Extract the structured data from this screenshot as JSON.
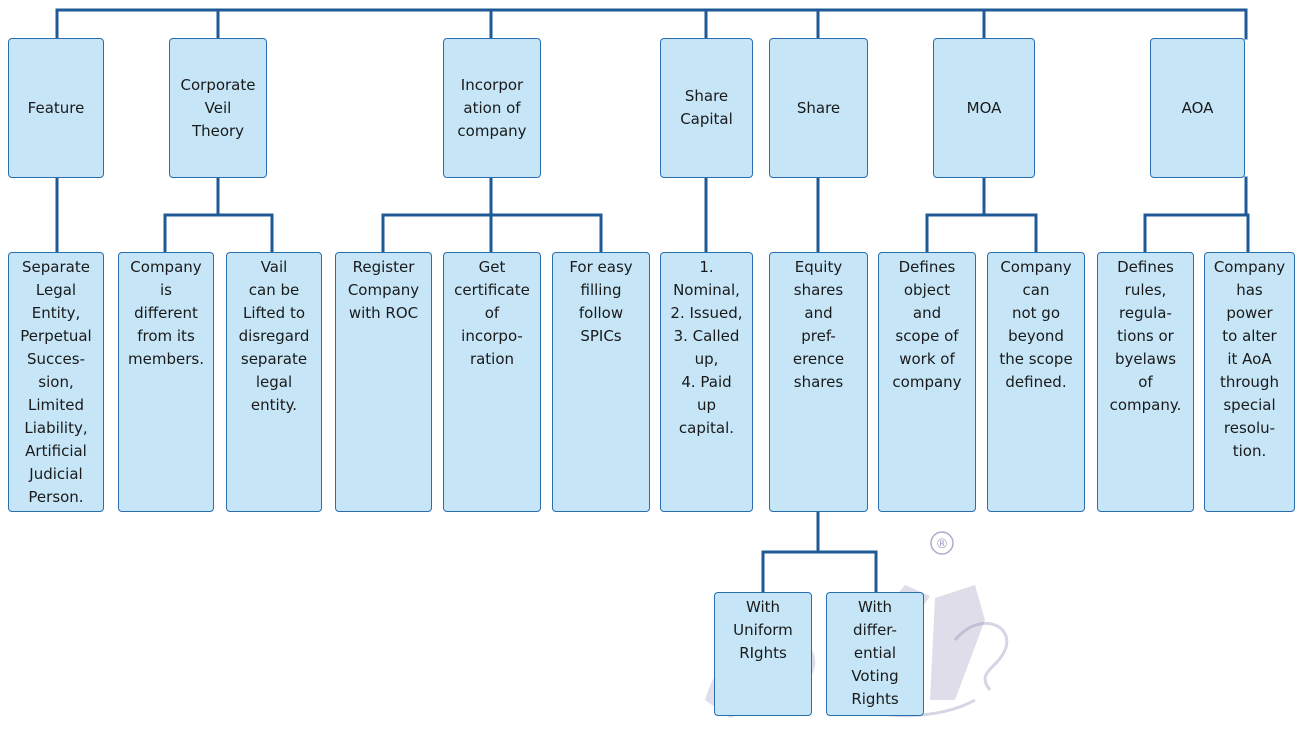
{
  "top_nodes": [
    {
      "id": "feature",
      "label": "Feature"
    },
    {
      "id": "corporate-veil",
      "label": "Corporate\nVeil\nTheory"
    },
    {
      "id": "incorporation",
      "label": "Incorpor\nation of\ncompany"
    },
    {
      "id": "share-capital",
      "label": "Share\nCapital"
    },
    {
      "id": "share",
      "label": "Share"
    },
    {
      "id": "moa",
      "label": "MOA"
    },
    {
      "id": "aoa",
      "label": "AOA"
    }
  ],
  "leaf_nodes": [
    {
      "id": "feature-detail",
      "label": "Separate\nLegal\nEntity,\nPerpetual\nSucces-\nsion,\nLimited\nLiability,\nArtificial\nJudicial\nPerson."
    },
    {
      "id": "veil-1",
      "label": "Company\nis\ndifferent\nfrom its\nmembers."
    },
    {
      "id": "veil-2",
      "label": "Vail\ncan be\nLifted to\ndisregard\nseparate\nlegal\nentity."
    },
    {
      "id": "inc-1",
      "label": "Register\nCompany\nwith ROC"
    },
    {
      "id": "inc-2",
      "label": "Get\ncertificate\nof\nincorpo-\nration"
    },
    {
      "id": "inc-3",
      "label": "For easy\nfilling\nfollow\nSPICs"
    },
    {
      "id": "capital-detail",
      "label": "1.\nNominal,\n2. Issued,\n3. Called\nup,\n4. Paid\nup\ncapital."
    },
    {
      "id": "share-detail",
      "label": "Equity\nshares\nand\npref-\nerence\nshares"
    },
    {
      "id": "moa-1",
      "label": "Defines\nobject\nand\nscope of\nwork of\ncompany"
    },
    {
      "id": "moa-2",
      "label": "Company\ncan\nnot go\nbeyond\nthe scope\ndefined."
    },
    {
      "id": "aoa-1",
      "label": "Defines\nrules,\nregula-\ntions or\nbyelaws\nof\ncompany."
    },
    {
      "id": "aoa-2",
      "label": "Company\nhas\npower\nto alter\nit AoA\nthrough\nspecial\nresolu-\ntion."
    },
    {
      "id": "equity-1",
      "label": "With\nUniform\nRIghts"
    },
    {
      "id": "equity-2",
      "label": "With\ndiffer-\nential\nVoting\nRights"
    }
  ],
  "watermark_mark": "®",
  "colors": {
    "box_fill": "#c6e6f8",
    "box_border": "#2a6eb0",
    "connector": "#1f5a96"
  }
}
